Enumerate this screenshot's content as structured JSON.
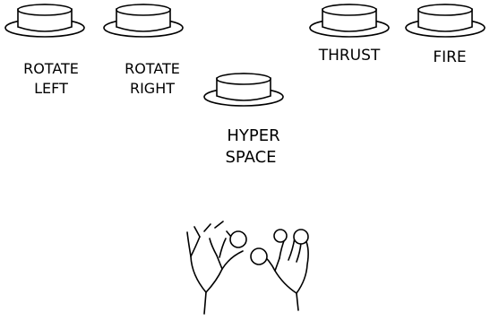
{
  "buttons": [
    {
      "id": "rotate-left",
      "line1": "ROTATE",
      "line2": "LEFT"
    },
    {
      "id": "rotate-right",
      "line1": "ROTATE",
      "line2": "RIGHT"
    },
    {
      "id": "hyperspace",
      "line1": "HYPER",
      "line2": "SPACE"
    },
    {
      "id": "thrust",
      "line1": "THRUST",
      "line2": ""
    },
    {
      "id": "fire",
      "line1": "FIRE",
      "line2": ""
    }
  ],
  "colors": {
    "ink": "#000000",
    "background": "#ffffff"
  },
  "illustration": {
    "hands": "two-hands-pressing-buttons"
  }
}
